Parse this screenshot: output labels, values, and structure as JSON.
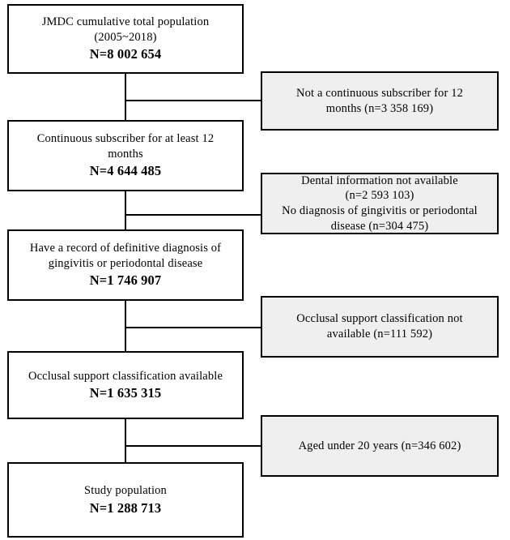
{
  "figure": {
    "type": "flowchart",
    "title": "Study population selection flow diagram"
  },
  "main_boxes": [
    {
      "id": "jmdc-total-population",
      "line1": "JMDC cumulative  total  population",
      "line2": "(2005~2018)",
      "n_label": "N=8 002 654"
    },
    {
      "id": "continuous-subscriber",
      "line1": "Continuous  subscriber  for at least  12",
      "line2": "months",
      "n_label": "N=4 644 485"
    },
    {
      "id": "definitive-diagnosis",
      "line1": "Have a record of definitive  diagnosis  of",
      "line2": "gingivitis  or periodontal  disease",
      "n_label": "N=1 746 907"
    },
    {
      "id": "occlusal-support-available",
      "line1": "Occlusal  support classification  available",
      "line2": "",
      "n_label": "N=1 635 315"
    },
    {
      "id": "study-population",
      "line1": "Study population",
      "line2": "",
      "n_label": "N=1 288 713"
    }
  ],
  "side_boxes": [
    {
      "id": "exclusion-not-continuous",
      "line1": "Not a continuous  subscriber  for  12",
      "line2": "months  (n=3 358 169)",
      "line3": "",
      "line4": ""
    },
    {
      "id": "exclusion-no-dental-info",
      "line1": "Dental  information  not available",
      "line2": "(n=2 593 103)",
      "line3": "No diagnosis  of gingivitis  or periodontal",
      "line4": "disease (n=304 475)"
    },
    {
      "id": "exclusion-no-occlusal-classification",
      "line1": "Occlusal  support classification  not",
      "line2": "available  (n=111 592)",
      "line3": "",
      "line4": ""
    },
    {
      "id": "exclusion-aged-under-20",
      "line1": "Aged under  20 years (n=346 602)",
      "line2": "",
      "line3": "",
      "line4": ""
    }
  ],
  "colors": {
    "stroke": "#000000",
    "main_fill": "#ffffff",
    "side_fill": "#efefef",
    "text": "#000000"
  }
}
